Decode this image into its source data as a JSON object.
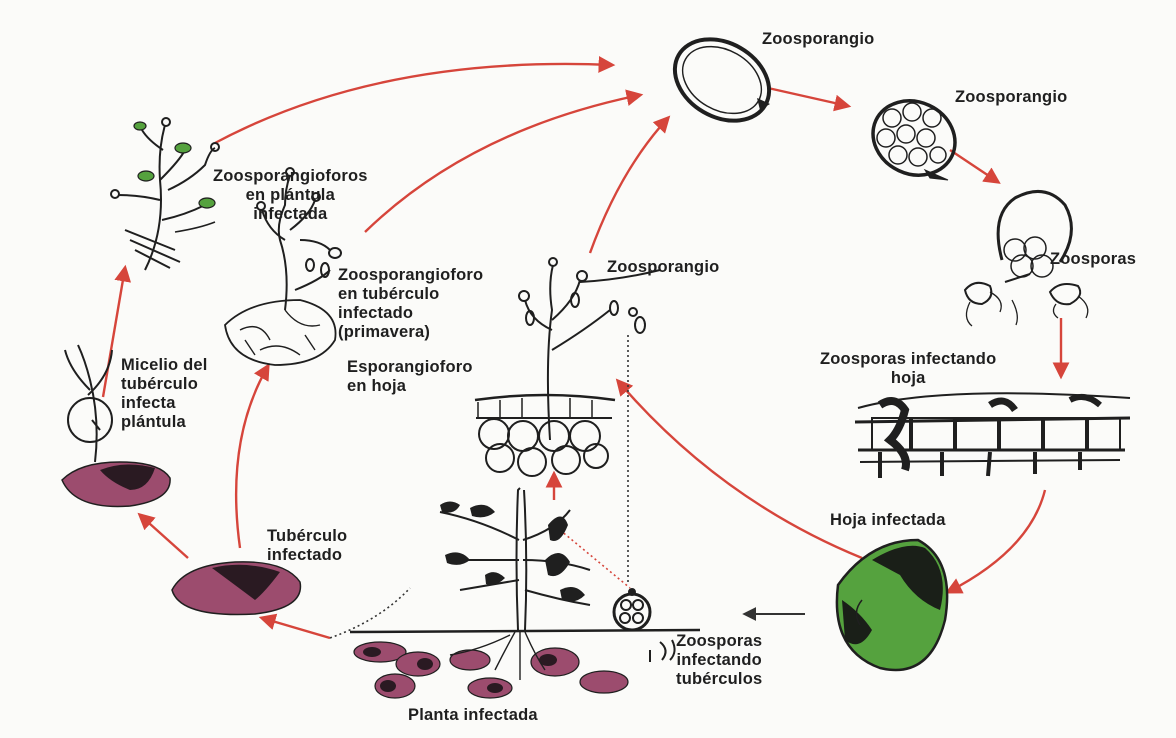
{
  "colors": {
    "arrow": "#d6453b",
    "ink": "#1f1f1f",
    "tuber": "#9c4c6e",
    "tuber_dark": "#2a1a22",
    "leaf": "#55a23e",
    "leaf_dark": "#1a1f18",
    "background": "#fbfbf9"
  },
  "labels": {
    "zoosporangio_top": "Zoosporangio",
    "zoosporangio_right": "Zoosporangio",
    "zoosporas": "Zoosporas",
    "zoosporas_infectando_hoja": "Zoosporas infectando\nhoja",
    "hoja_infectada": "Hoja infectada",
    "zoosporas_infectando_tuberculos": "Zoosporas\ninfectando\ntubérculos",
    "planta_infectada": "Planta infectada",
    "tuberculo_infectado": "Tubérculo\ninfectado",
    "micelio_tuberculo": "Micelio del\ntubérculo\ninfecta\nplántula",
    "zoosporangioforos_plantula": "Zoosporangioforos\nen plántula\ninfectada",
    "zoosporangioforo_tuberculo": "Zoosporangioforo\nen tubérculo\ninfectado\n(primavera)",
    "esporangioforo_hoja": "Esporangioforo\nen hoja",
    "zoosporangio_center": "Zoosporangio"
  },
  "icons": [
    "zoosporangium-icon",
    "zoospore-icon",
    "leaf-icon",
    "tuber-icon",
    "plant-icon",
    "seedling-icon",
    "cross-section-icon",
    "arrow-icon"
  ]
}
